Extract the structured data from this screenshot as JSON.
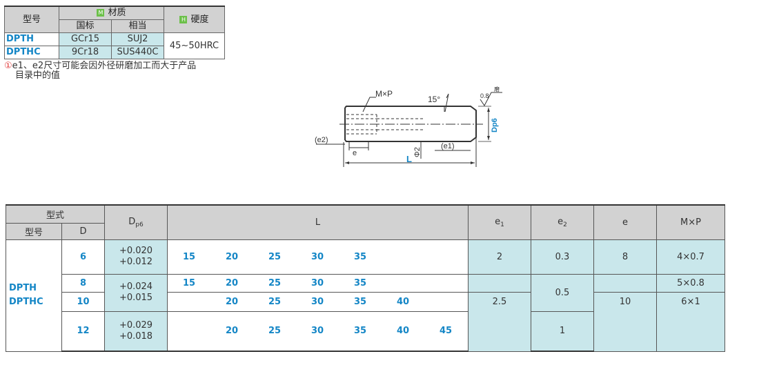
{
  "material_table": {
    "header": {
      "model": "型号",
      "material_badge": "M",
      "material": "材质",
      "hardness_badge": "H",
      "hardness": "硬度",
      "national": "国标",
      "equivalent": "相当"
    },
    "rows": [
      {
        "model": "DPTH",
        "national": "GCr15",
        "equivalent": "SUJ2"
      },
      {
        "model": "DPTHC",
        "national": "9Cr18",
        "equivalent": "SUS440C"
      }
    ],
    "hardness_value": "45~50HRC"
  },
  "note": {
    "mark": "①",
    "line1": "e1、e2尺寸可能会因外径研磨加工而大于产品",
    "line2": "目录中的值"
  },
  "drawing": {
    "mxp": "M×P",
    "angle": "15°",
    "roughness": "0.8",
    "roughness_symbol": "磨",
    "e2": "(e2)",
    "e": "e",
    "phi2": "Φ2",
    "e1": "(e1)",
    "L": "L",
    "dp6": "Dp6"
  },
  "main_table": {
    "header": {
      "type": "型式",
      "model": "型号",
      "D": "D",
      "dp6_main": "D",
      "dp6_sub": "p6",
      "L": "L",
      "e1_main": "e",
      "e1_sub": "1",
      "e2_main": "e",
      "e2_sub": "2",
      "e": "e",
      "mxp": "M×P"
    },
    "model_line1": "DPTH",
    "model_line2": "DPTHC",
    "rows": [
      {
        "D": "6",
        "L": [
          "15",
          "20",
          "25",
          "30",
          "35",
          "",
          ""
        ]
      },
      {
        "D": "8",
        "L": [
          "15",
          "20",
          "25",
          "30",
          "35",
          "",
          ""
        ]
      },
      {
        "D": "10",
        "L": [
          "",
          "20",
          "25",
          "30",
          "35",
          "40",
          ""
        ]
      },
      {
        "D": "12",
        "L": [
          "",
          "20",
          "25",
          "30",
          "35",
          "40",
          "45"
        ]
      }
    ],
    "dp6": [
      {
        "upper": "+0.020",
        "lower": "+0.012"
      },
      {
        "upper": "+0.024",
        "lower": "+0.015"
      },
      {
        "upper": "+0.029",
        "lower": "+0.018"
      }
    ],
    "e1": [
      "2",
      "2.5"
    ],
    "e2": [
      "0.3",
      "0.5",
      "1"
    ],
    "e": [
      "8",
      "10"
    ],
    "mxp": [
      "4×0.7",
      "5×0.8",
      "6×1"
    ]
  }
}
